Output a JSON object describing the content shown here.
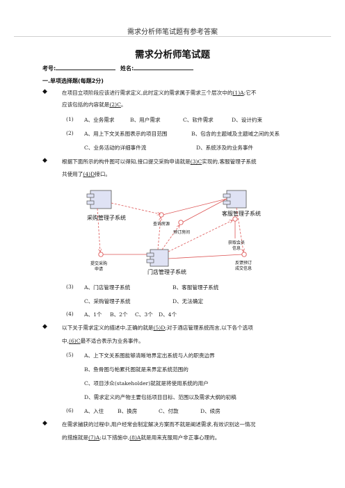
{
  "header": {
    "text": "需求分析师笔试题有参考答案"
  },
  "title": "需求分析师笔试题",
  "info": {
    "id_label": "考号:",
    "name_label": "姓名:"
  },
  "section1": {
    "heading": "一.单项选择题(每题2分)"
  },
  "q1": {
    "bullet": "◆",
    "line1_pre": "在项目立项阶段应该进行需求定义,此时定义的需求属于需求三个层次中的",
    "line1_ans": "(1)A",
    "line1_post": ";它不",
    "line2_pre": "应该包括的内容就是",
    "line2_ans": "(2)C",
    "line2_post": "。",
    "opt1": {
      "num": "(1)",
      "a": "A、业务需求",
      "b": "B、用户需求",
      "c": "C、软件需求",
      "d": "D、设计约束"
    },
    "opt2": {
      "num": "(2)",
      "a": "A、用上下文关系图表示的项目范围",
      "b": "B、包含的主题域及主题域之间的关系",
      "c": "C、业务活动的详细事件流",
      "d": "D、系统涉及的业务事件"
    }
  },
  "q2": {
    "bullet": "◆",
    "line1_pre": "根据下面所示的构件图可以得知,接口提交采购申请就是",
    "line1_ans": "(3)C",
    "line1_post": "实现的,客服管理子系统",
    "line2_pre": "共使用了",
    "line2_ans": "(4)D",
    "line2_post": "接口。",
    "diagram": {
      "comp_purchase": "采购管理子系统",
      "comp_service": "客服管理子系统",
      "comp_store": "门店管理子系统",
      "if_query": "查询房源",
      "if_book": "预订房间",
      "if_member_1": "获取会员",
      "if_member_2": "信息",
      "if_submit_1": "提交采购",
      "if_submit_2": "申请",
      "if_feedback_1": "反馈预订",
      "if_feedback_2": "成交信息"
    },
    "opt3": {
      "num": "(3)",
      "a": "A、门店管理子系统",
      "b": "B、客服管理子系统",
      "c": "C、采购管理子系统",
      "d": "D、无法确定"
    },
    "opt4": {
      "num": "(4)",
      "a": "A、1个",
      "b": "B、2个",
      "c": "C、3个",
      "d": "D、4个"
    }
  },
  "q3": {
    "bullet": "◆",
    "line1_pre": "以下关于需求定义的描述中,正确的就是",
    "line1_ans": "(5)D",
    "line1_post": ";对于酒店管理系统而言,以下各个选项",
    "line2_pre": "中,",
    "line2_ans": "(6)C",
    "line2_post": "最不适合表示为业务事件。",
    "opt5": {
      "num": "(5)",
      "a": "A、上下文关系图能够清晰地界定出系统与人的职责边界",
      "b": "B、鱼骨图与帕累托图就是来界定系统范围的",
      "c": "C、项目涉众(stakeholder)就就是将使用系统的用户",
      "d": "D、需求定义的产物主要包括项目目标、范围以及需求大纲的初稿"
    },
    "opt6": {
      "num": "(6)",
      "a": "A、入住",
      "b": "B、换房",
      "c": "C、付款",
      "d": "D、续房"
    }
  },
  "q4": {
    "bullet": "◆",
    "line1": "在需求捕获的过程中,用户经常会制定解决方案而不就是阐述需求,有效识别这一情况",
    "line2_pre": "的措施就是",
    "line2_ans1": "(7)A",
    "line2_mid": ";以下措施中,",
    "line2_ans2": "(8)A",
    "line2_post": "就是用来克服用户非正事心理的。"
  }
}
